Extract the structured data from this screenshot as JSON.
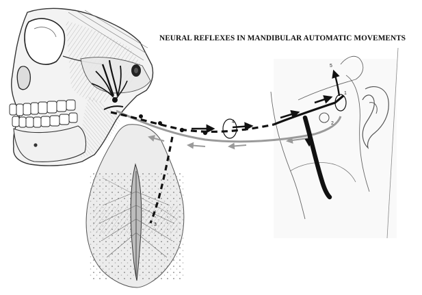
{
  "figure": {
    "title": "NEURAL REFLEXES IN MANDIBULAR AUTOMATIC MOVEMENTS",
    "markers": [
      "1",
      "2",
      "3",
      "4",
      "5"
    ]
  },
  "colors": {
    "ink": "#111111",
    "sketch": "#555555",
    "pathway_gray": "#9a9a9a",
    "background": "#ffffff"
  }
}
